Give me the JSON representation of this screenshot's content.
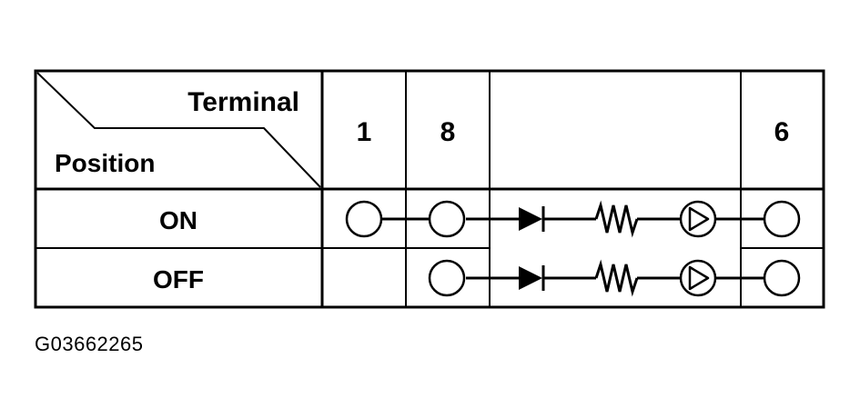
{
  "header": {
    "terminal_label": "Terminal",
    "position_label": "Position",
    "terminals": [
      "1",
      "8",
      "",
      "6"
    ]
  },
  "rows": [
    {
      "position": "ON"
    },
    {
      "position": "OFF"
    }
  ],
  "figure_id": "G03662265"
}
